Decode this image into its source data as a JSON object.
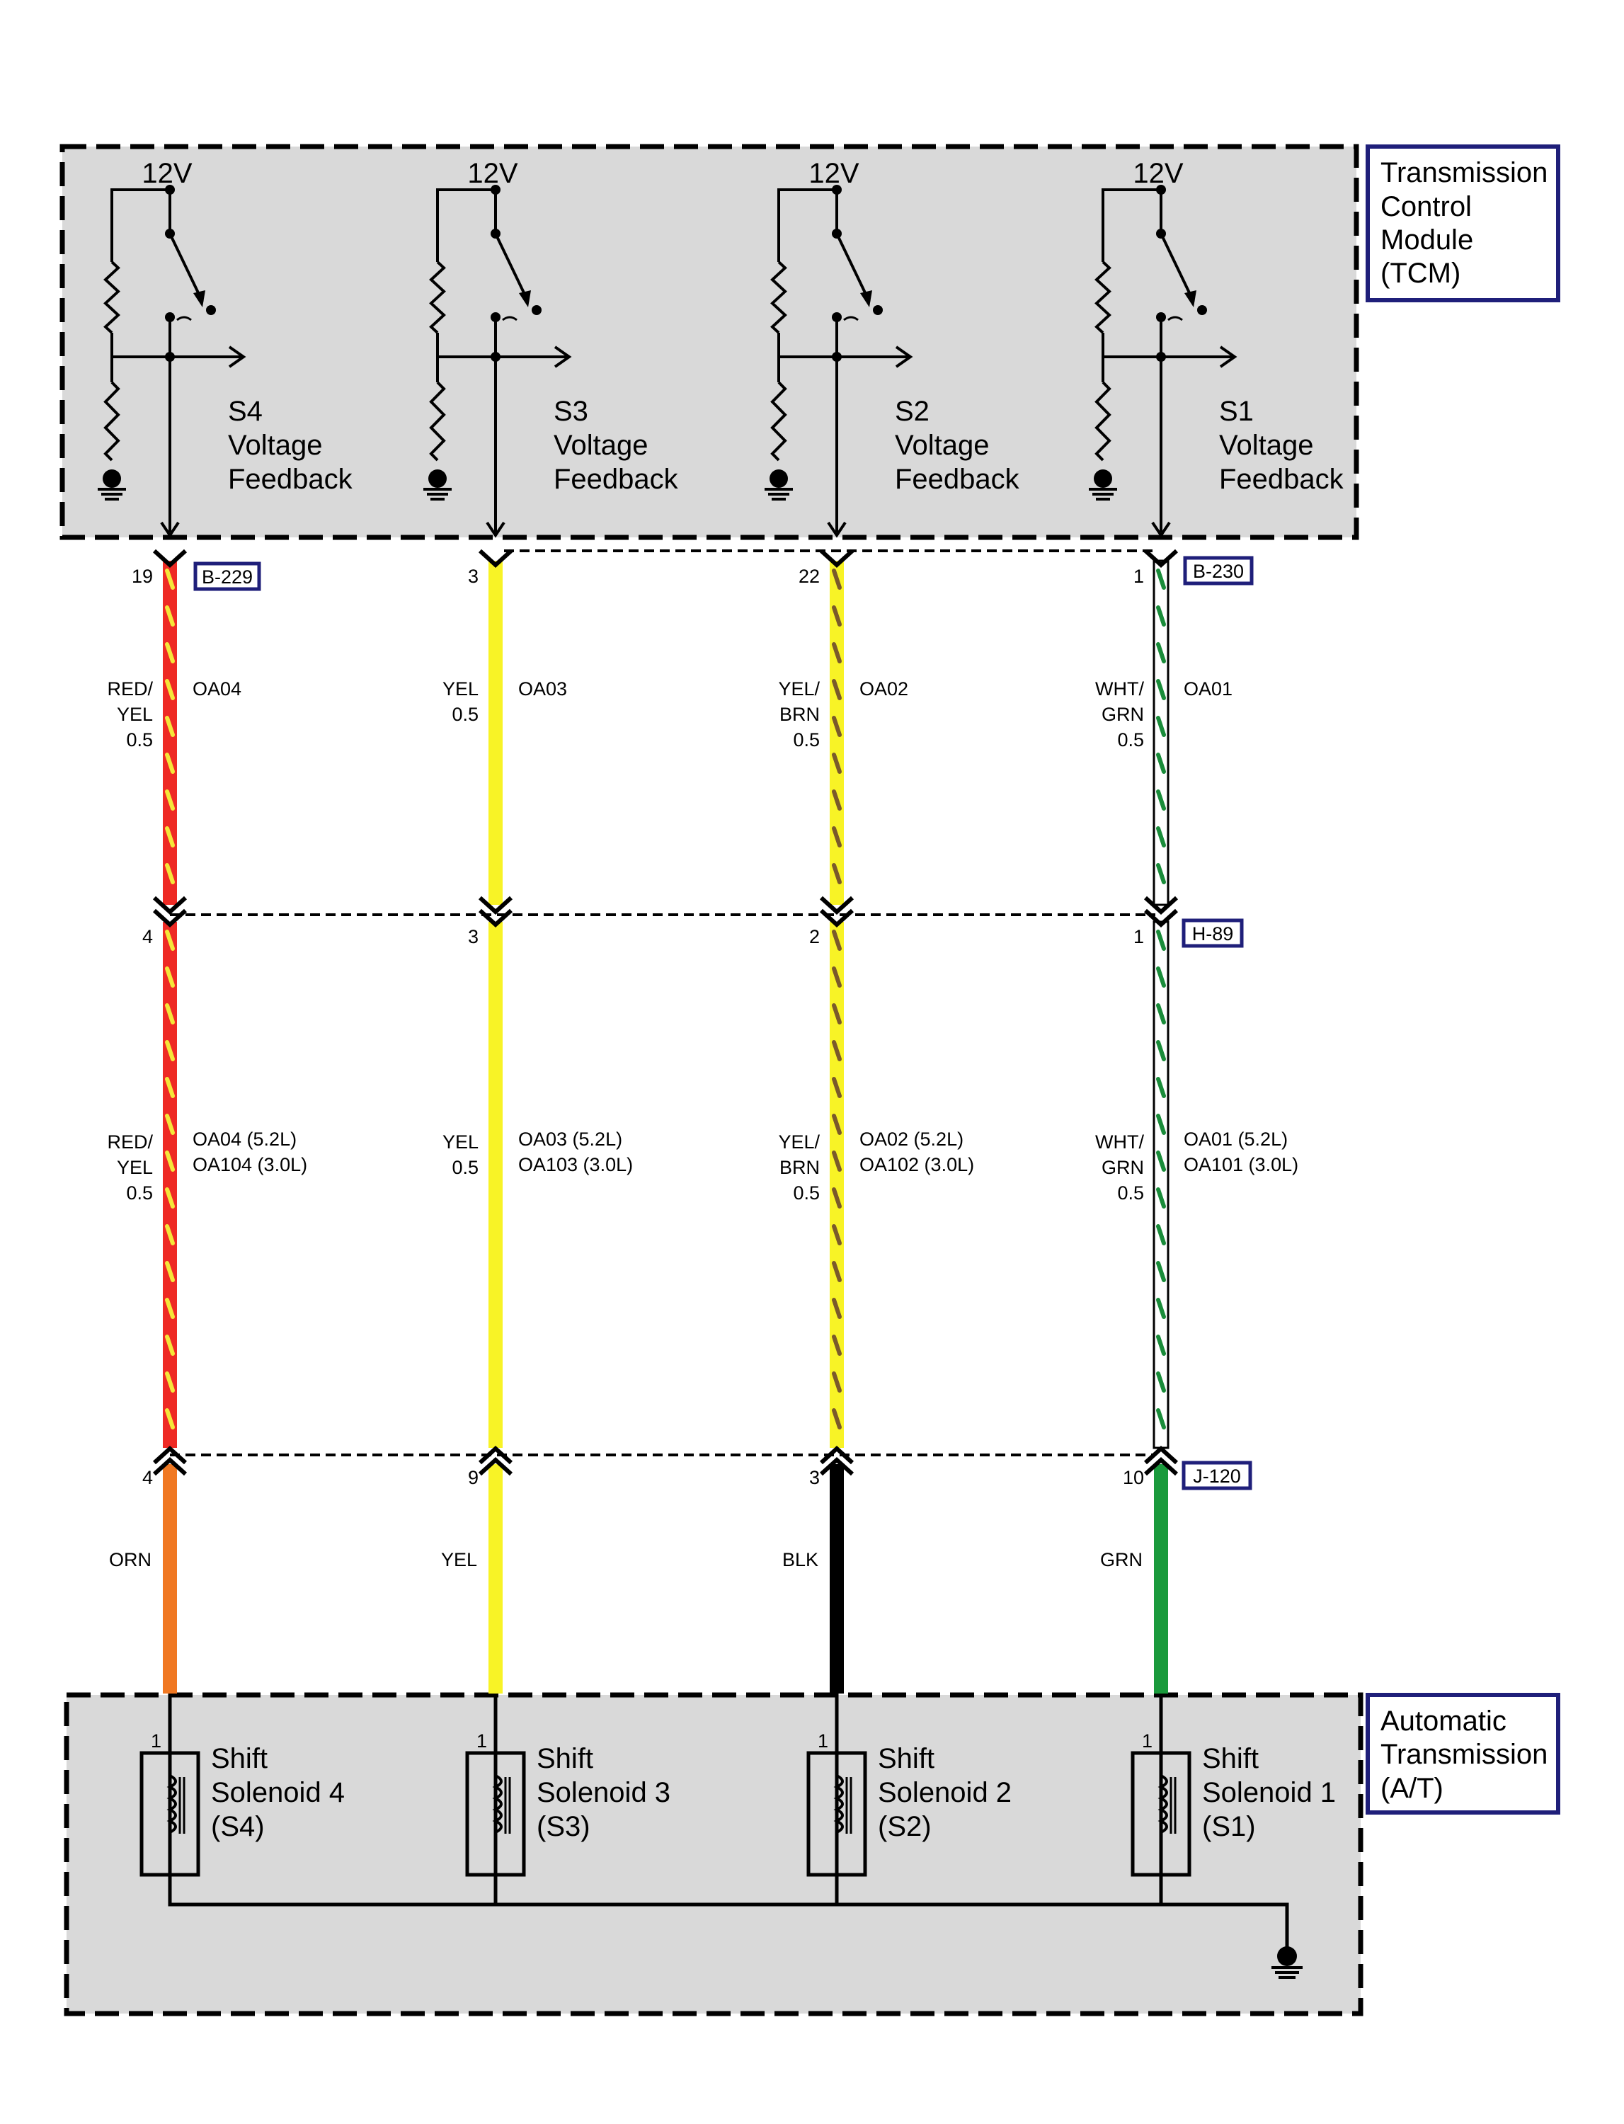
{
  "modules": {
    "tcm": [
      "Transmission",
      "Control",
      "Module",
      "(TCM)"
    ],
    "at": [
      "Automatic",
      "Transmission",
      "(A/T)"
    ]
  },
  "supply_label": "12V",
  "circuits": [
    {
      "id": "s4",
      "feedback": [
        "S4",
        "Voltage",
        "Feedback"
      ],
      "seg1": {
        "pin": "19",
        "color": [
          "RED/",
          "YEL",
          "0.5"
        ],
        "circuit": [
          "OA04"
        ]
      },
      "seg2": {
        "pin": "4",
        "color": [
          "RED/",
          "YEL",
          "0.5"
        ],
        "circuit": [
          "OA04 (5.2L)",
          "OA104 (3.0L)"
        ]
      },
      "seg3": {
        "pin": "4",
        "color": [
          "ORN"
        ]
      },
      "solenoid": {
        "pin": "1",
        "name": [
          "Shift",
          "Solenoid 4",
          "(S4)"
        ]
      },
      "wire_colors": {
        "seg1": [
          "#ee2a24",
          "#f5e63a"
        ],
        "seg2": [
          "#ee2a24",
          "#f5e63a"
        ],
        "seg3": [
          "#f07822"
        ]
      }
    },
    {
      "id": "s3",
      "feedback": [
        "S3",
        "Voltage",
        "Feedback"
      ],
      "seg1": {
        "pin": "3",
        "color": [
          "YEL",
          "0.5"
        ],
        "circuit": [
          "OA03"
        ]
      },
      "seg2": {
        "pin": "3",
        "color": [
          "YEL",
          "0.5"
        ],
        "circuit": [
          "OA03 (5.2L)",
          "OA103 (3.0L)"
        ]
      },
      "seg3": {
        "pin": "9",
        "color": [
          "YEL"
        ]
      },
      "solenoid": {
        "pin": "1",
        "name": [
          "Shift",
          "Solenoid 3",
          "(S3)"
        ]
      },
      "wire_colors": {
        "seg1": [
          "#f8f326"
        ],
        "seg2": [
          "#f8f326"
        ],
        "seg3": [
          "#f8f326"
        ]
      }
    },
    {
      "id": "s2",
      "feedback": [
        "S2",
        "Voltage",
        "Feedback"
      ],
      "seg1": {
        "pin": "22",
        "color": [
          "YEL/",
          "BRN",
          "0.5"
        ],
        "circuit": [
          "OA02"
        ]
      },
      "seg2": {
        "pin": "2",
        "color": [
          "YEL/",
          "BRN",
          "0.5"
        ],
        "circuit": [
          "OA02 (5.2L)",
          "OA102 (3.0L)"
        ]
      },
      "seg3": {
        "pin": "3",
        "color": [
          "BLK"
        ]
      },
      "solenoid": {
        "pin": "1",
        "name": [
          "Shift",
          "Solenoid 2",
          "(S2)"
        ]
      },
      "wire_colors": {
        "seg1": [
          "#f8f326",
          "#7a5a2a"
        ],
        "seg2": [
          "#f8f326",
          "#7a5a2a"
        ],
        "seg3": [
          "#000000"
        ]
      }
    },
    {
      "id": "s1",
      "feedback": [
        "S1",
        "Voltage",
        "Feedback"
      ],
      "seg1": {
        "pin": "1",
        "color": [
          "WHT/",
          "GRN",
          "0.5"
        ],
        "circuit": [
          "OA01"
        ]
      },
      "seg2": {
        "pin": "1",
        "color": [
          "WHT/",
          "GRN",
          "0.5"
        ],
        "circuit": [
          "OA01 (5.2L)",
          "OA101 (3.0L)"
        ]
      },
      "seg3": {
        "pin": "10",
        "color": [
          "GRN"
        ]
      },
      "solenoid": {
        "pin": "1",
        "name": [
          "Shift",
          "Solenoid 1",
          "(S1)"
        ]
      },
      "wire_colors": {
        "seg1": [
          "#ffffff",
          "#1a8c3a"
        ],
        "seg2": [
          "#ffffff",
          "#1a8c3a"
        ],
        "seg3": [
          "#1a9a3c"
        ]
      }
    }
  ],
  "connectors": {
    "c1_left": "B-229",
    "c1_right": "B-230",
    "c2": "H-89",
    "c3": "J-120"
  },
  "colors": {
    "module_fill": "#d9d9d9",
    "label_border": "#1f1f7a"
  }
}
